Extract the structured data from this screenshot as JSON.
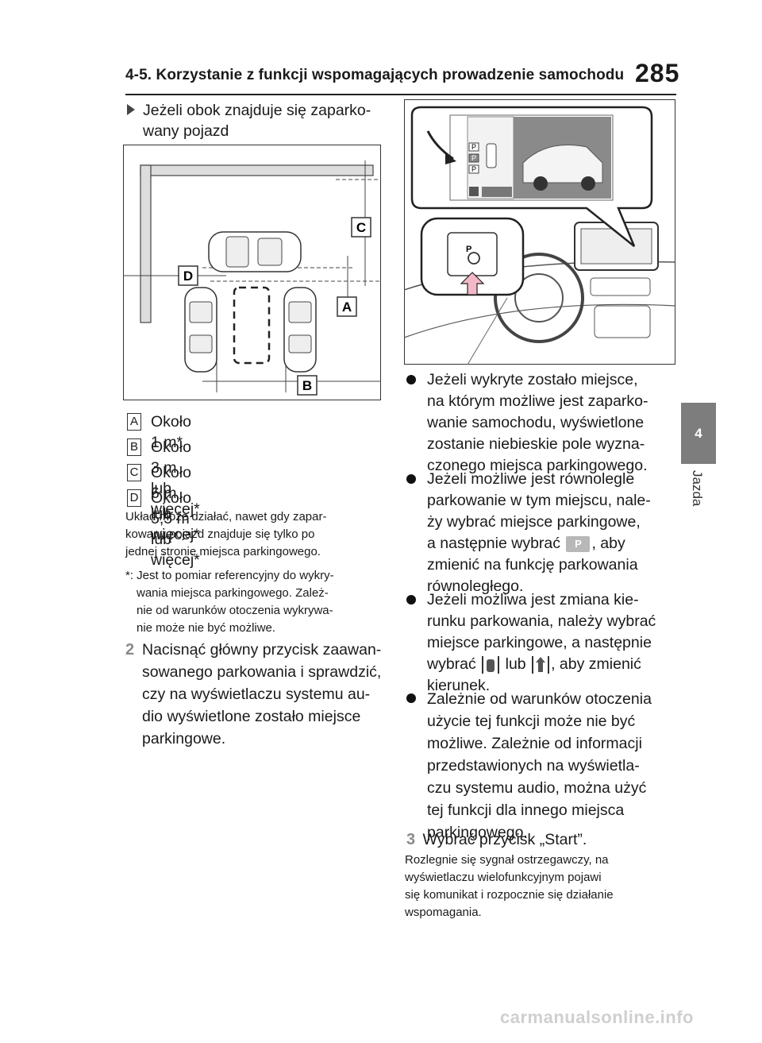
{
  "header": {
    "title": "4-5. Korzystanie z funkcji wspomagających prowadzenie samochodu",
    "page": "285"
  },
  "side_tab": {
    "number": "4",
    "label": "Jazda"
  },
  "left": {
    "heading_l1": "Jeżeli obok znajduje się zaparko-",
    "heading_l2": "wany pojazd",
    "diagram_labels": [
      "A",
      "B",
      "C",
      "D"
    ],
    "legend": [
      {
        "key": "A",
        "text": "Około 1 m*"
      },
      {
        "key": "B",
        "text": "Około 3 m lub więcej*"
      },
      {
        "key": "C",
        "text": "Około 6 m lub więcej*"
      },
      {
        "key": "D",
        "text": "Około 5,5 m lub więcej*"
      }
    ],
    "note_lines": [
      "Układ może działać, nawet gdy zapar-",
      "kowany pojazd znajduje się tylko po",
      "jednej stronie miejsca parkingowego."
    ],
    "footnote_lines": [
      "*: Jest to pomiar referencyjny do wykry-",
      "wania miejsca parkingowego. Zależ-",
      "nie od warunków otoczenia wykrywa-",
      "nie może nie być możliwe."
    ],
    "step2_num": "2",
    "step2_lines": [
      "Nacisnąć główny przycisk zaawan-",
      "sowanego parkowania i sprawdzić,",
      "czy na wyświetlaczu systemu au-",
      "dio wyświetlone zostało miejsce",
      "parkingowe."
    ]
  },
  "right": {
    "screen_p_labels": [
      "P",
      "P",
      "P"
    ],
    "button_label": "P",
    "bullet1": [
      "Jeżeli wykryte zostało miejsce,",
      "na którym możliwe jest zaparko-",
      "wanie samochodu, wyświetlone",
      "zostanie niebieskie pole wyzna-",
      "czonego miejsca parkingowego."
    ],
    "bullet2_l1": "Jeżeli możliwe jest równolegle",
    "bullet2_l2": "parkowanie w tym miejscu, nale-",
    "bullet2_l3": "ży wybrać miejsce parkingowe,",
    "bullet2_l4a": "a następnie wybrać",
    "bullet2_icon": "P",
    "bullet2_l4b": ", aby",
    "bullet2_l5": "zmienić na funkcję parkowania",
    "bullet2_l6": "równoległego.",
    "bullet3_l1": "Jeżeli możliwa jest zmiana kie-",
    "bullet3_l2": "runku parkowania, należy wybrać",
    "bullet3_l3": "miejsce parkingowe, a następnie",
    "bullet3_l4a": "wybrać",
    "bullet3_l4b": "lub",
    "bullet3_l4c": ", aby zmienić",
    "bullet3_l5": "kierunek.",
    "bullet4": [
      "Zależnie od warunków otoczenia",
      "użycie tej funkcji może nie być",
      "możliwe. Zależnie od informacji",
      "przedstawionych na wyświetla-",
      "czu systemu audio, można użyć",
      "tej funkcji dla innego miejsca",
      "parkingowego."
    ],
    "step3_num": "3",
    "step3_text": "Wybrać przycisk „Start”.",
    "final_lines": [
      "Rozlegnie się sygnał ostrzegawczy, na",
      "wyświetlaczu wielofunkcyjnym pojawi",
      "się komunikat i rozpocznie się działanie",
      "wspomagania."
    ]
  },
  "footer": {
    "watermark": "carmanualsonline.info"
  }
}
